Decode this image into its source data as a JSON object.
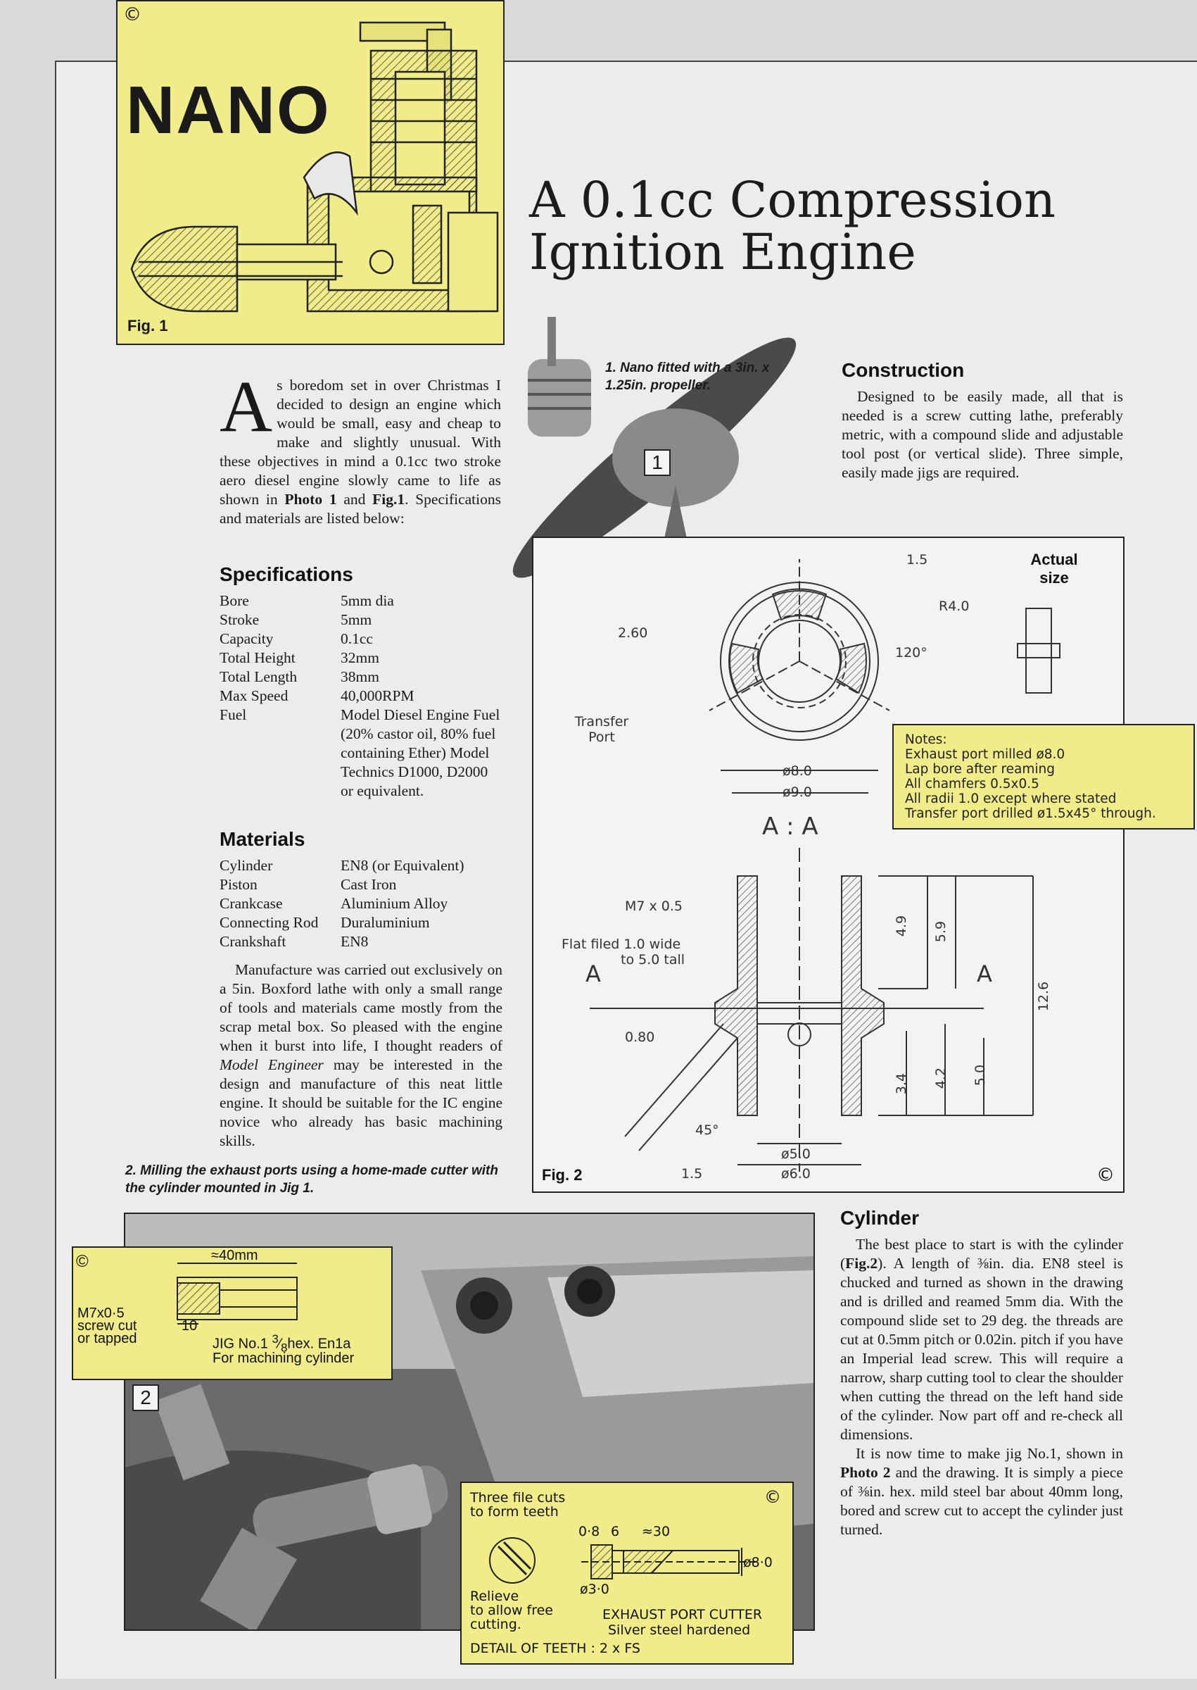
{
  "fig1": {
    "copyright": "©",
    "logo": "NANO",
    "label": "Fig. 1"
  },
  "title": {
    "line1": "A 0.1cc Compression",
    "line2": "Ignition Engine"
  },
  "intro": {
    "dropcap": "A",
    "text": "s boredom set in over Christmas I decided to design an engine which would be small, easy and cheap to make and slightly unusual. With these objectives in mind a 0.1cc two stroke aero diesel engine slowly came to life as shown in ",
    "photo_ref": "Photo 1",
    "and": " and ",
    "fig_ref": "Fig.1",
    "tail": ". Specifications and materials are listed below:"
  },
  "specifications": {
    "heading": "Specifications",
    "rows": [
      {
        "k": "Bore",
        "v": "5mm dia"
      },
      {
        "k": "Stroke",
        "v": "5mm"
      },
      {
        "k": "Capacity",
        "v": "0.1cc"
      },
      {
        "k": "Total Height",
        "v": "32mm"
      },
      {
        "k": "Total Length",
        "v": "38mm"
      },
      {
        "k": "Max Speed",
        "v": "40,000RPM"
      },
      {
        "k": "Fuel",
        "v": "Model Diesel Engine Fuel (20% castor oil, 80% fuel containing Ether) Model Technics D1000, D2000 or equivalent."
      }
    ]
  },
  "materials": {
    "heading": "Materials",
    "rows": [
      {
        "k": "Cylinder",
        "v": "EN8 (or Equivalent)"
      },
      {
        "k": "Piston",
        "v": "Cast Iron"
      },
      {
        "k": "Crankcase",
        "v": "Aluminium Alloy"
      },
      {
        "k": "Connecting Rod",
        "v": "Duraluminium"
      },
      {
        "k": "Crankshaft",
        "v": "EN8"
      }
    ]
  },
  "manufacture": {
    "a": "Manufacture was carried out exclusively on a 5in. Boxford lathe with only a small range of tools and materials came mostly from the scrap metal box. So pleased with the engine when it burst into life, I thought readers of ",
    "magazine": "Model Engineer",
    "b": " may be interested in the design and manufacture of this neat little engine. It should be suitable for the IC engine novice who already has basic machining skills."
  },
  "captions": {
    "photo1": "1. Nano fitted with a 3in. x 1.25in. propeller.",
    "photo2": "2. Milling the exhaust ports using a home-made cutter with the cylinder mounted in Jig 1.",
    "num1": "1",
    "num2": "2"
  },
  "construction": {
    "heading": "Construction",
    "text": "Designed to be easily made, all that is needed is a screw cutting lathe, preferably metric, with a compound slide and adjustable tool post (or vertical slide). Three simple, easily made jigs are required."
  },
  "fig2": {
    "label": "Fig. 2",
    "copyright": "©",
    "actual_size": "Actual size",
    "dims": {
      "d15": "1.5",
      "r40": "R4.0",
      "d260": "2.60",
      "a120": "120°",
      "transfer": "Transfer Port",
      "d80": "ø8.0",
      "d90": "ø9.0",
      "section": "A : A",
      "m7": "M7 x 0.5",
      "flat": "Flat filed 1.0 wide",
      "flat2": "to 5.0 tall",
      "a_left": "A",
      "a_right": "A",
      "d080": "0.80",
      "a45": "45°",
      "d15b": "1.5",
      "d50": "ø5.0",
      "d60": "ø6.0",
      "v49": "4.9",
      "v59": "5.9",
      "v126": "12.6",
      "v34": "3.4",
      "v42": "4.2",
      "v50": "5.0"
    }
  },
  "notes": {
    "title": "Notes:",
    "lines": [
      "Exhaust port milled ø8.0",
      "Lap bore after reaming",
      "All chamfers 0.5x0.5",
      "All radii 1.0 except where stated",
      "Transfer port drilled ø1.5x45° through."
    ]
  },
  "jig": {
    "copyright": "©",
    "len": "≈40mm",
    "thread": "M7x0·5",
    "thread2": "screw cut",
    "thread3": "or tapped",
    "ten": "10",
    "name": "JIG No.1",
    "frac_n": "3",
    "frac_d": "8",
    "hex": "hex. En1a",
    "purpose": "For machining cylinder"
  },
  "cutter": {
    "copyright": "©",
    "cuts1": "Three file cuts",
    "cuts2": "to form teeth",
    "d08": "0·8",
    "d6": "6",
    "d30": "≈30",
    "d80": "ø8·0",
    "d30b": "ø3·0",
    "relieve1": "Relieve",
    "relieve2": "to allow free",
    "relieve3": "cutting.",
    "name": "EXHAUST PORT CUTTER",
    "mat": "Silver steel hardened",
    "detail": "DETAIL OF TEETH : 2 x FS"
  },
  "cylinder": {
    "heading": "Cylinder",
    "p1a": "The best place to start is with the cylinder (",
    "p1ref": "Fig.2",
    "p1b": "). A length of ⅜in. dia. EN8 steel is chucked and turned as shown in the drawing and is drilled and reamed 5mm dia. With the compound slide set to 29 deg. the threads are cut at 0.5mm pitch or 0.02in. pitch if you have an Imperial lead screw. This will require a narrow, sharp cutting tool to clear the shoulder when cutting the thread on the left hand side of the cylinder. Now part off and re-check all dimensions.",
    "p2a": "It is now time to make jig No.1, shown in ",
    "p2ref": "Photo 2",
    "p2b": " and the drawing. It is simply a piece of ⅜in. hex. mild steel bar about 40mm long, bored and screw cut to accept the cylinder just turned."
  }
}
